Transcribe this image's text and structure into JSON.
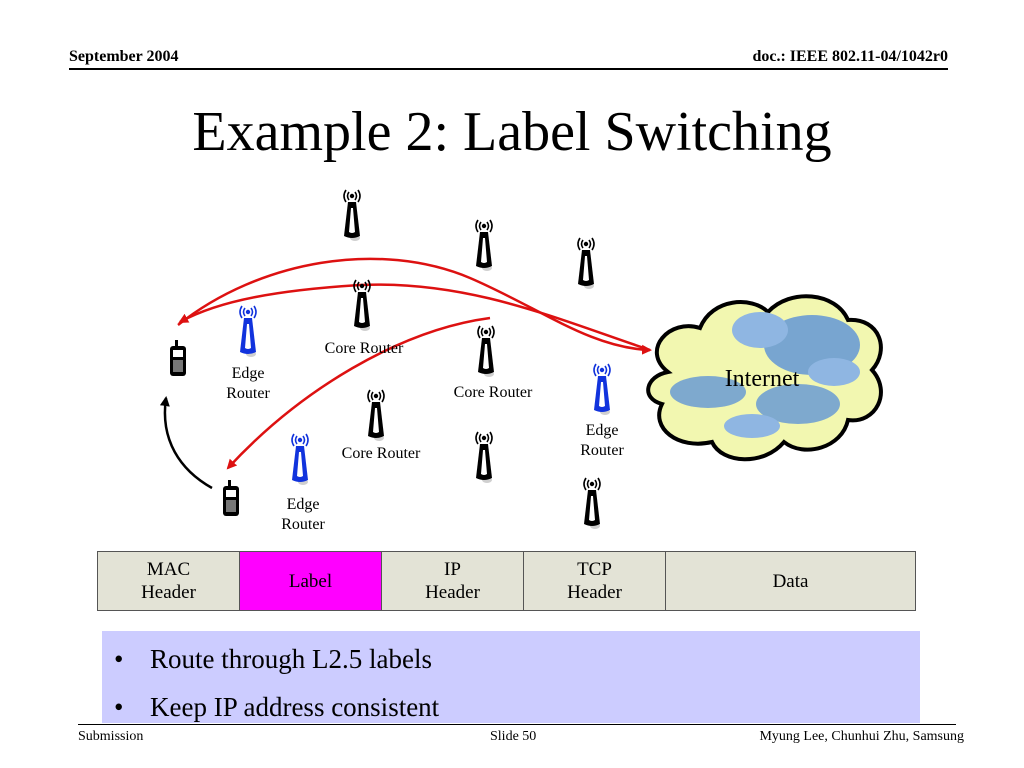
{
  "header": {
    "date": "September 2004",
    "doc_id": "doc.: IEEE 802.11-04/1042r0"
  },
  "title": "Example 2: Label Switching",
  "diagram": {
    "cloud_label": "Internet",
    "router_labels": [
      {
        "text": "Core Router"
      },
      {
        "text": "Core Router"
      },
      {
        "text": "Core Router"
      },
      {
        "text": "Edge\nRouter"
      },
      {
        "text": "Edge\nRouter"
      },
      {
        "text": "Edge\nRouter"
      }
    ],
    "colors": {
      "path": "#dd1111",
      "edge_router": "#1133dd",
      "cloud_fill": "#f2f7b0",
      "cloud_puff": "#6a9bd4"
    }
  },
  "packet": [
    "MAC\nHeader",
    "Label",
    "IP\nHeader",
    "TCP\nHeader",
    "Data"
  ],
  "packet_highlight_color": "#ff00ff",
  "bullets": [
    "Route through L2.5 labels",
    "Keep IP address consistent"
  ],
  "footer": {
    "left": "Submission",
    "center": "Slide 50",
    "right": "Myung Lee, Chunhui Zhu, Samsung"
  }
}
